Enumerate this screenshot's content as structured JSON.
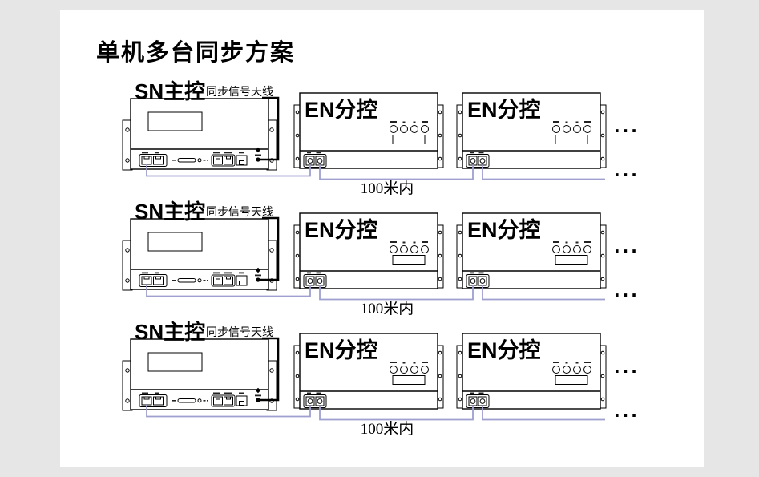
{
  "title": "单机多台同步方案",
  "colors": {
    "background": "#e6e6e6",
    "card": "#ffffff",
    "outline": "#000000",
    "wire": "#9f9fd0"
  },
  "rows": [
    {
      "master_label": "SN主控",
      "antenna_label": "同步信号天线",
      "slaves": [
        "EN分控",
        "EN分控"
      ],
      "distance_label": "100米内",
      "more": "..."
    },
    {
      "master_label": "SN主控",
      "antenna_label": "同步信号天线",
      "slaves": [
        "EN分控",
        "EN分控"
      ],
      "distance_label": "100米内",
      "more": "..."
    },
    {
      "master_label": "SN主控",
      "antenna_label": "同步信号天线",
      "slaves": [
        "EN分控",
        "EN分控"
      ],
      "distance_label": "100米内",
      "more": "..."
    }
  ]
}
